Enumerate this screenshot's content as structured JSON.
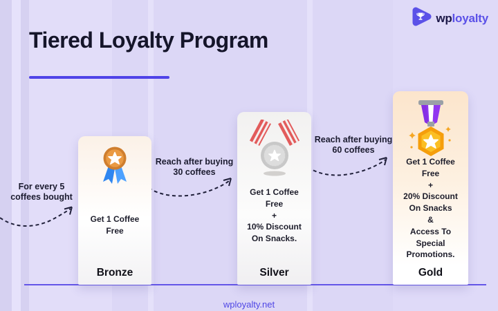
{
  "brand": {
    "prefix": "wp",
    "suffix": "loyalty"
  },
  "header": {
    "title": "Tiered Loyalty Program"
  },
  "annotations": [
    {
      "text": "For every 5\ncoffees bought"
    },
    {
      "text": "Reach after buying\n30 coffees"
    },
    {
      "text": "Reach after buying\n60 coffees"
    }
  ],
  "tiers": [
    {
      "name": "Bronze",
      "benefits": "Get 1 Coffee\nFree"
    },
    {
      "name": "Silver",
      "benefits": "Get 1 Coffee\nFree\n+\n10% Discount\nOn Snacks."
    },
    {
      "name": "Gold",
      "benefits": "Get 1 Coffee\nFree\n+\n20% Discount\nOn Snacks\n&\nAccess To\nSpecial\nPromotions."
    }
  ],
  "footer": {
    "link": "wployalty.net"
  },
  "colors": {
    "background": "#dedaf8",
    "accent": "#5b51e8",
    "title": "#15152a",
    "underline": "#4f43e8",
    "link": "#4f46e5",
    "arrow": "#20203a",
    "bronze_medal": "#e1913c",
    "bronze_ribbon": "#2f86f0",
    "silver_medal": "#cccccc",
    "silver_ribbon": "#e25b5b",
    "gold_medal": "#f5a623",
    "gold_ribbon": "#9036f0"
  }
}
